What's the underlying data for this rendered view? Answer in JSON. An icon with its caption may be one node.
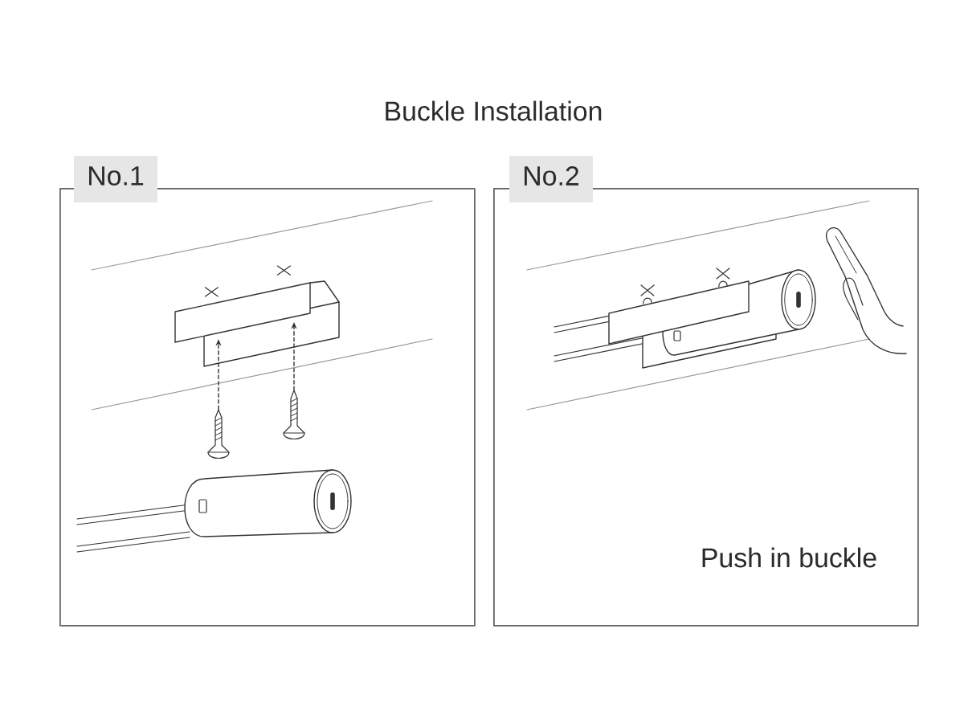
{
  "diagram": {
    "title": "Buckle Installation",
    "nodes": [
      {
        "text": [
          "No.1"
        ]
      },
      {
        "text": [
          "No.2",
          "Push in buckle"
        ]
      },
      {
        "text": [],
        "shape": "picture",
        "in": 0
      },
      {
        "text": [],
        "shape": "picture",
        "in": 0
      },
      {
        "text": [],
        "shape": "picture",
        "in": 0
      }
    ],
    "edges": [
      {
        "from": 3,
        "to": 2,
        "arrow": "to",
        "style": "dashed"
      },
      {
        "from": 4,
        "to": 2,
        "arrow": "to",
        "style": "dashed"
      }
    ]
  }
}
